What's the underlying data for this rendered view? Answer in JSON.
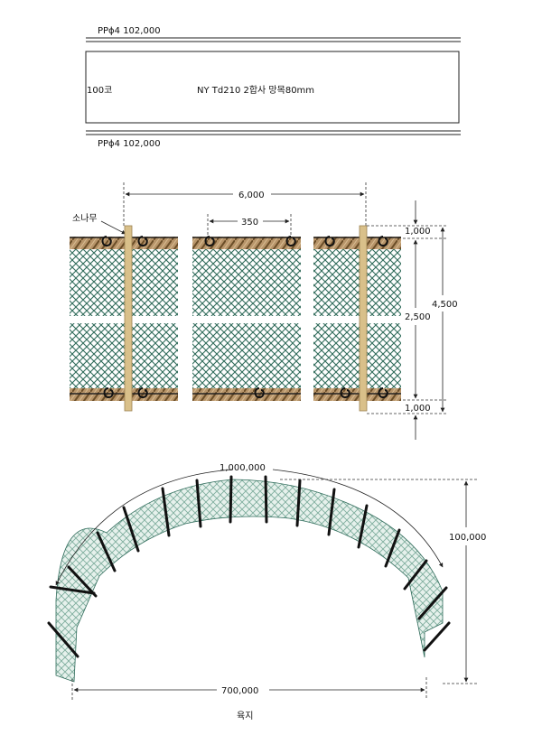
{
  "spec": {
    "top_rope": "PPϕ4  102,000",
    "net_count": "100코",
    "net_material": "NY Td210  2합사 망목80mm",
    "bottom_rope": "PPϕ4  102,000"
  },
  "section": {
    "pole_label": "소나무",
    "pole_spacing": "6,000",
    "hook_spacing": "350",
    "top_band": "1,000",
    "middle_height": "2,500",
    "bottom_band": "1,000",
    "total_height": "4,500"
  },
  "layout": {
    "arc_length": "1,000,000",
    "depth": "100,000",
    "span": "700,000",
    "land_label": "육지"
  },
  "colors": {
    "net": "#2f6b5a",
    "net_light": "#9cc4b6",
    "rope": "#8b6a3c",
    "pole": "#d9c08a"
  }
}
